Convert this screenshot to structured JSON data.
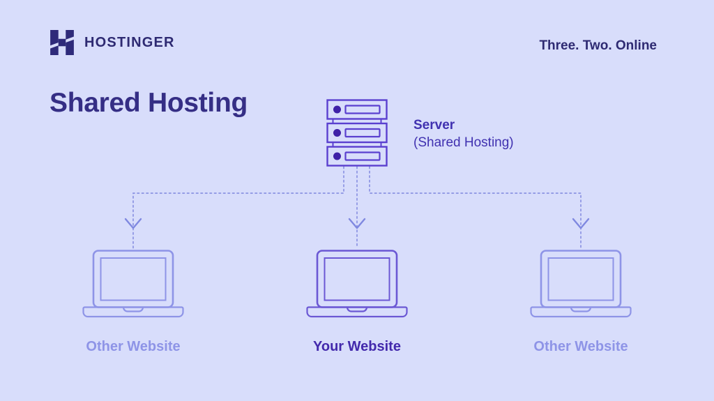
{
  "colors": {
    "background": "#d8ddfb",
    "brand_dark": "#2e2a72",
    "title": "#352e85",
    "server_outline": "#5a40cf",
    "server_dot": "#3f21a8",
    "server_label": "#4031b0",
    "center_accent": "#4329ac",
    "muted_purple": "#8e94e7",
    "line": "#8b92e2"
  },
  "header": {
    "logo_icon": "hostinger-h-logo-icon",
    "brand": "HOSTINGER",
    "tagline": "Three. Two. Online"
  },
  "title": "Shared Hosting",
  "diagram": {
    "server": {
      "icon": "server-icon",
      "label": "Server",
      "sublabel": "(Shared Hosting)"
    },
    "clients": [
      {
        "icon": "laptop-icon",
        "label": "Other Website",
        "highlight": false
      },
      {
        "icon": "laptop-icon",
        "label": "Your Website",
        "highlight": true
      },
      {
        "icon": "laptop-icon",
        "label": "Other Website",
        "highlight": false
      }
    ]
  }
}
